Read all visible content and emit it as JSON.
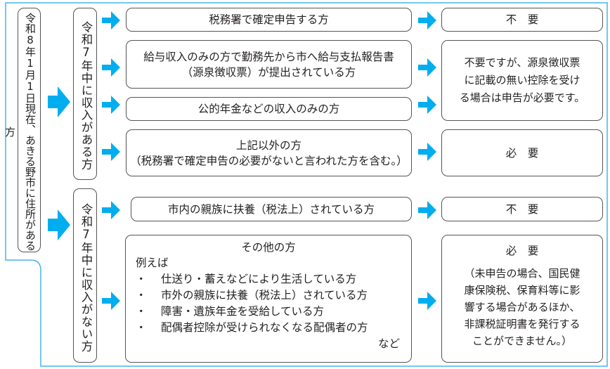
{
  "colors": {
    "arrow": "#00aeef",
    "outline": "#45b6e8",
    "border": "#555555"
  },
  "root": {
    "label": "令和8年1月1日現在、あきる野市に住所がある方"
  },
  "groups": [
    {
      "label": "令和7年中に収入がある方"
    },
    {
      "label": "令和7年中に収入がない方"
    }
  ],
  "cases": [
    {
      "lines": [
        "税務署で確定申告する方"
      ]
    },
    {
      "lines": [
        "給与収入のみの方で勤務先から市へ給与支払報告書",
        "（源泉徴収票）が提出されている方"
      ]
    },
    {
      "lines": [
        "公的年金などの収入のみの方"
      ]
    },
    {
      "lines": [
        "上記以外の方",
        "（税務署で確定申告の必要がないと言われた方を含む。）"
      ]
    },
    {
      "lines": [
        "市内の親族に扶養（税法上）されている方"
      ]
    },
    {
      "title": "その他の方",
      "intro": "例えば",
      "bullet": "・",
      "items": [
        "仕送り・蓄えなどにより生活している方",
        "市外の親族に扶養（税法上）されている方",
        "障害・遺族年金を受給している方",
        "配偶者控除が受けられなくなる配偶者の方"
      ],
      "suffix": "など"
    }
  ],
  "results": [
    {
      "lines": [
        "不　要"
      ]
    },
    {
      "lines": [
        "不要ですが、源泉徴収票",
        "に記載の無い控除を受け",
        "る場合は申告が必要です。"
      ]
    },
    {
      "lines": [
        "必　要"
      ]
    },
    {
      "lines": [
        "不　要"
      ]
    },
    {
      "lines": [
        "必　要",
        "",
        "（未申告の場合、国民健",
        "康保険税、保育料等に影",
        "響する場合があるほか、",
        "非課税証明書を発行する",
        "ことができません。）"
      ]
    }
  ]
}
